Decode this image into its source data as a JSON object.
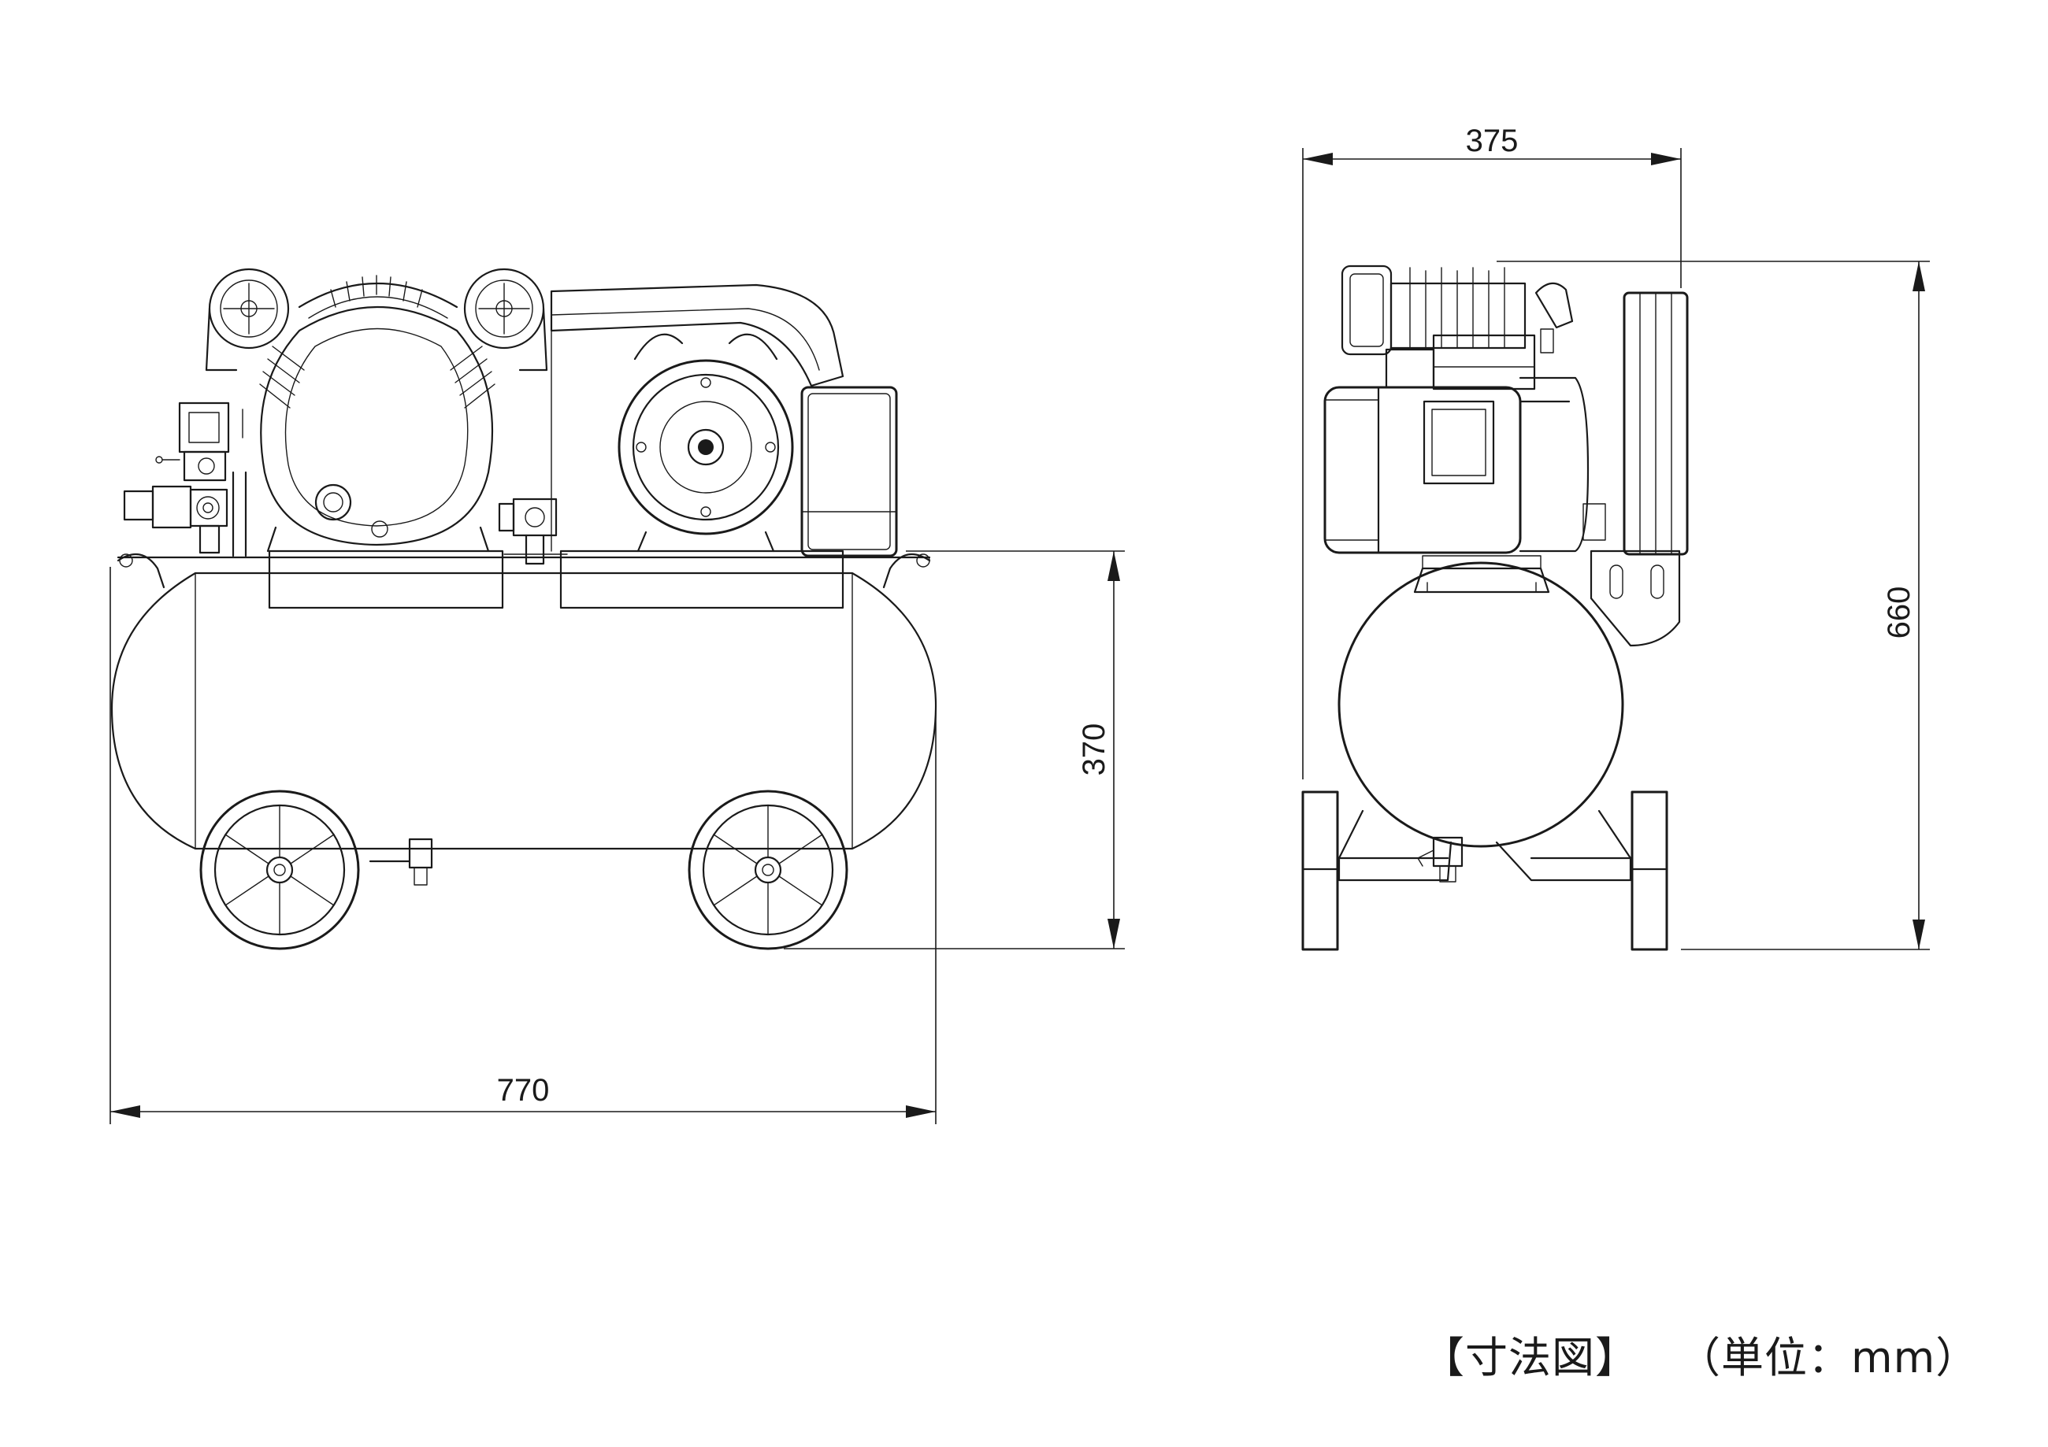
{
  "dimensions": {
    "width_front": "770",
    "height_tank": "370",
    "depth_side": "375",
    "height_total": "660"
  },
  "caption": {
    "title": "【寸法図】",
    "unit": "（単位：mm）"
  }
}
